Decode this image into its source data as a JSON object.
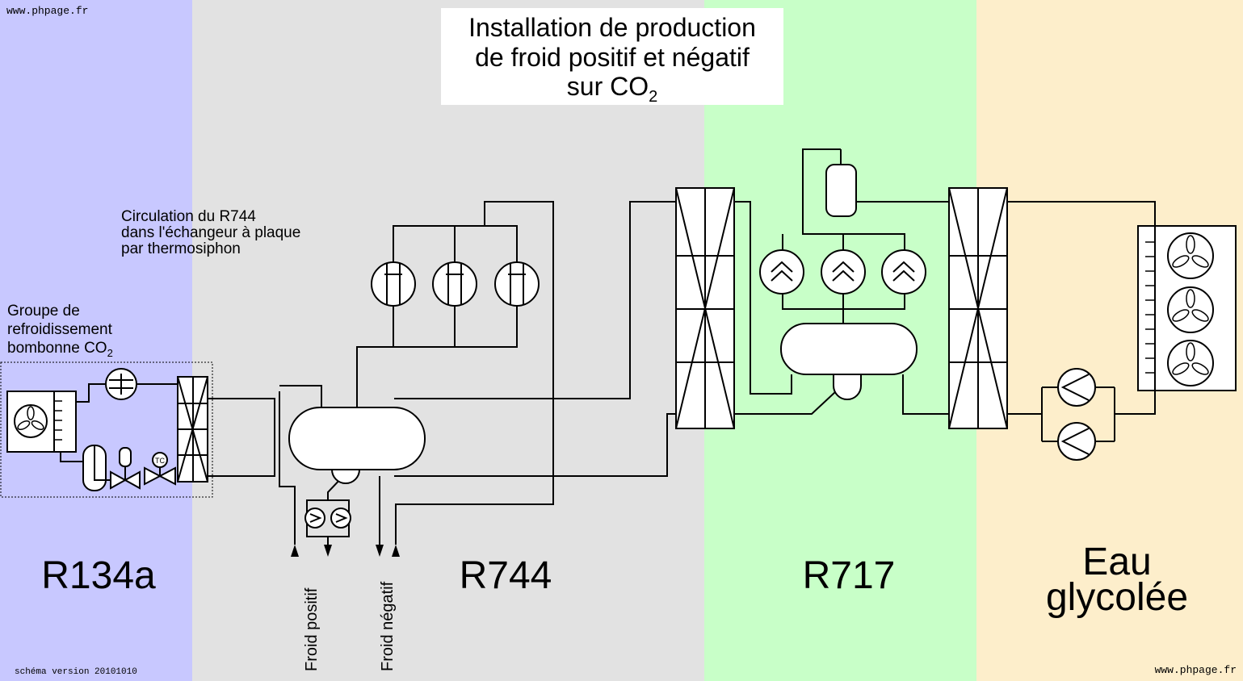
{
  "header": {
    "watermark_left": "www.phpage.fr",
    "watermark_right": "www.phpage.fr",
    "version": "schéma version 20101010",
    "title": {
      "line1": "Installation de production",
      "line2": "de froid positif et négatif",
      "line3_prefix": "sur CO",
      "line3_sub": "2"
    }
  },
  "annotations": {
    "thermosiphon": [
      "Circulation du R744",
      "dans l'échangeur à plaque",
      "par thermosiphon"
    ],
    "groupe": {
      "line1": "Groupe de",
      "line2": "refroidissement",
      "line3_prefix": "bombonne CO",
      "line3_sub": "2"
    }
  },
  "zones": [
    {
      "id": "r134a",
      "label": "R134a",
      "color": "#c8c8ff"
    },
    {
      "id": "r744",
      "label": "R744",
      "color": "#e2e2e2"
    },
    {
      "id": "r717",
      "label": "R717",
      "color": "#c8ffc8"
    },
    {
      "id": "glycol",
      "label_line1": "Eau",
      "label_line2": "glycolée",
      "color": "#fdeecb"
    }
  ],
  "outputs": {
    "positive": "Froid positif",
    "negative": "Froid négatif"
  },
  "icons": {
    "valve_tag": "TC",
    "fan": "fan-icon",
    "compressor_co2": "compressor-t-icon",
    "compressor_nh3": "compressor-chevron-icon",
    "pump": "pump-icon",
    "exchanger": "plate-exchanger-icon"
  }
}
